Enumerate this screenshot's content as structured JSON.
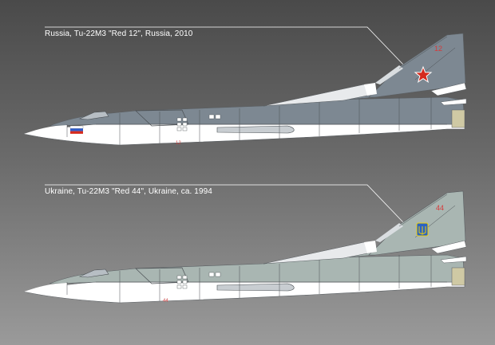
{
  "profiles": [
    {
      "caption": "Russia, Tu-22M3 \"Red 12\", Russia, 2010",
      "tail_number": "12",
      "fuselage_number": "12",
      "camouflage_color": "#7d8892",
      "markings": [
        "russian-flag",
        "red-star"
      ]
    },
    {
      "caption": "Ukraine, Tu-22M3 \"Red 44\", Ukraine, ca. 1994",
      "tail_number": "44",
      "fuselage_number": "44",
      "camouflage_color": "#a9b6b2",
      "markings": [
        "ukrainian-trident"
      ]
    }
  ]
}
